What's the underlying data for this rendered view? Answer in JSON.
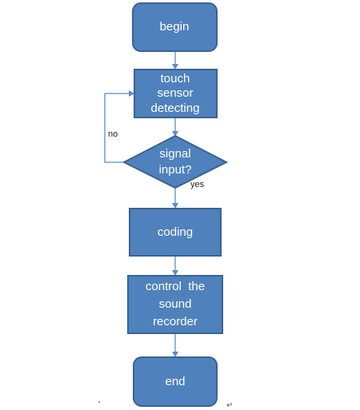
{
  "nodes": {
    "begin": {
      "lines": [
        "begin"
      ]
    },
    "detect": {
      "lines": [
        "touch",
        "sensor",
        "detecting"
      ]
    },
    "decision": {
      "lines": [
        "signal",
        "input?"
      ]
    },
    "coding": {
      "lines": [
        "coding"
      ]
    },
    "control": {
      "lines": [
        "control  the",
        "sound",
        "recorder"
      ]
    },
    "end": {
      "lines": [
        "end"
      ]
    }
  },
  "edges": {
    "no_label": "no",
    "yes_label": "yes"
  },
  "marks": {
    "return_mark": "↵"
  },
  "colors": {
    "node_fill": "#4f81bd",
    "node_stroke": "#3a6391",
    "edge": "#5b8ec6"
  }
}
